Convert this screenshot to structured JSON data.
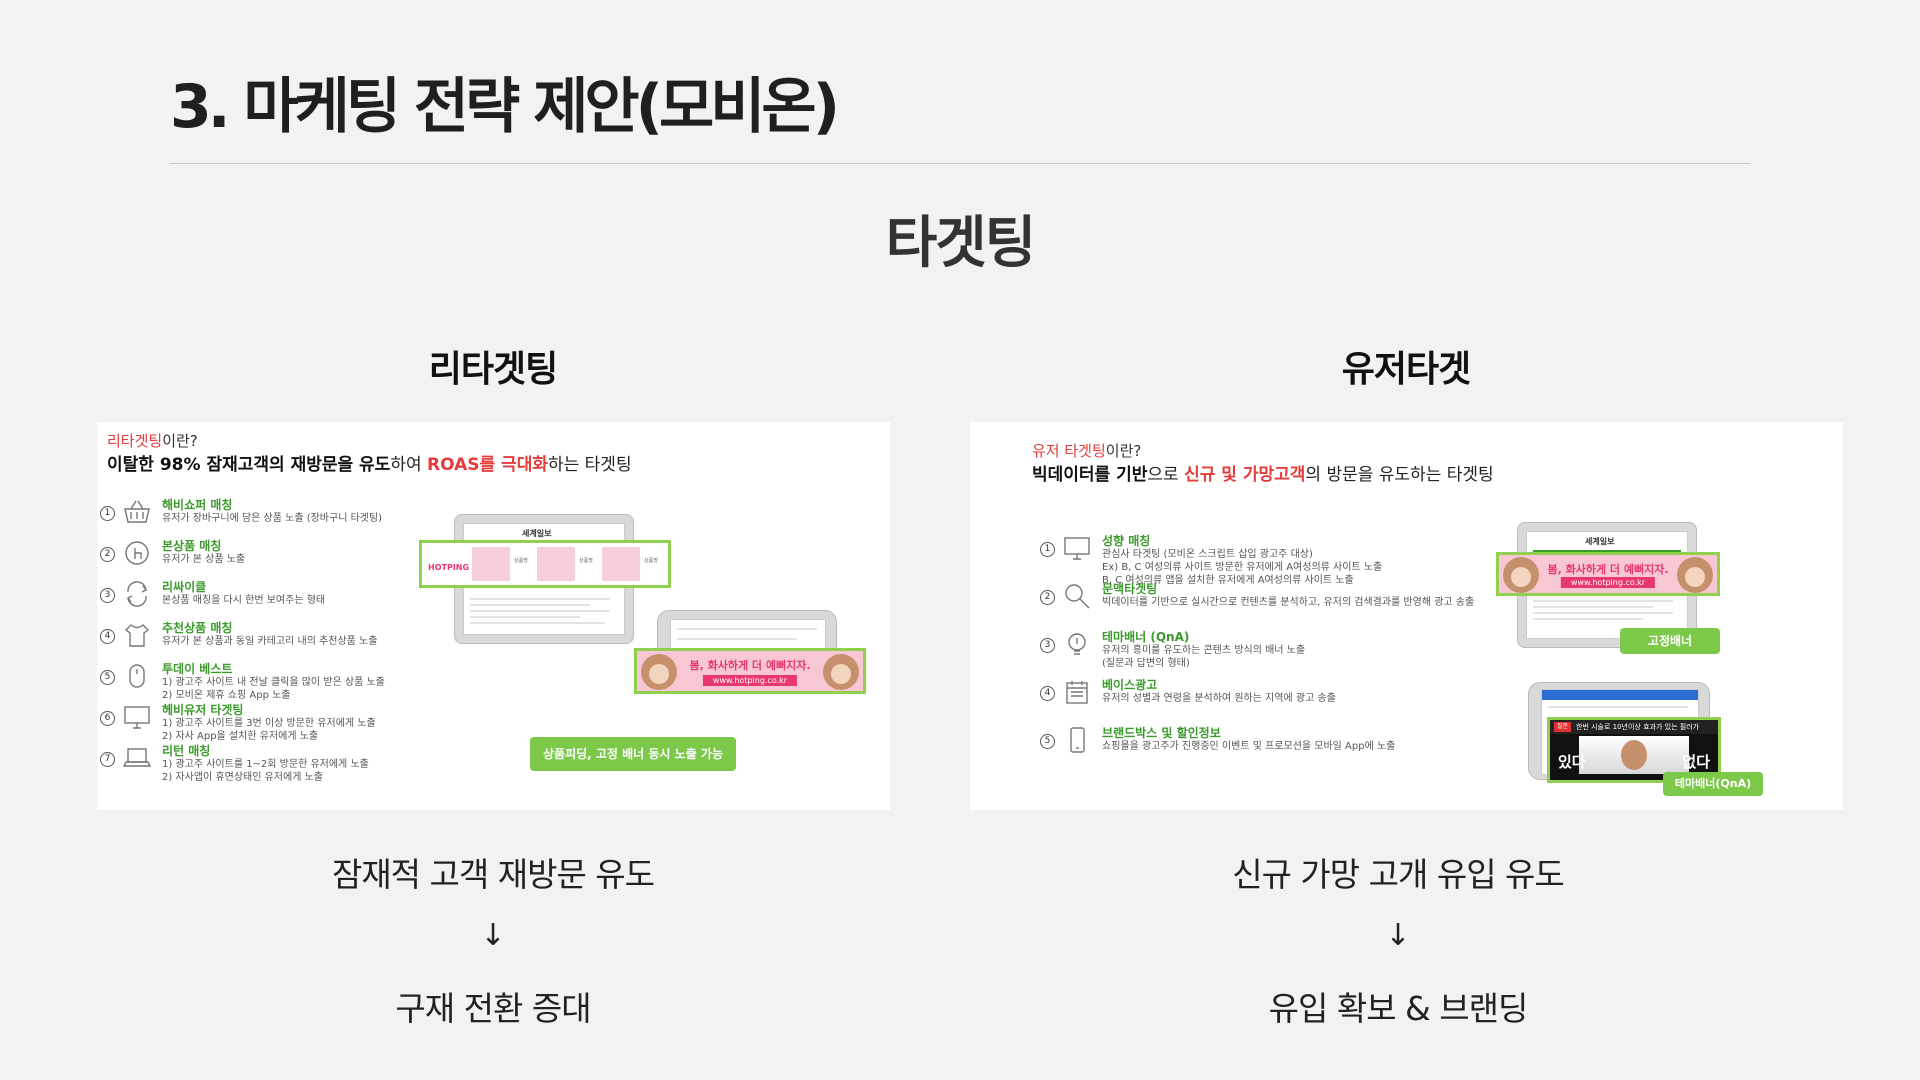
{
  "slide": {
    "title": "3. 마케팅 전략 제안(모비온)",
    "main_heading": "타겟팅"
  },
  "left": {
    "heading": "리타겟팅",
    "intro_q_red": "리타겟팅",
    "intro_q_rest": "이란?",
    "intro_a": "이탈한 98% 잠재고객의 재방문을 유도",
    "intro_b": "하여 ",
    "intro_c": "ROAS를 극대화",
    "intro_d": "하는 타겟팅",
    "items": [
      {
        "num": "1",
        "title": "해비쇼퍼 매칭",
        "desc": "유저가 장바구니에 담은 상품 노출 (장바구니 타겟팅)",
        "icon": "basket-icon"
      },
      {
        "num": "2",
        "title": "본상품 매칭",
        "desc": "유저가 본 상품 노출",
        "icon": "touch-icon"
      },
      {
        "num": "3",
        "title": "리싸이클",
        "desc": "본상품 매칭을 다시 한번 보여주는 형태",
        "icon": "recycle-icon"
      },
      {
        "num": "4",
        "title": "추천상품 매칭",
        "desc": "유저가 본 상품과 동일 카테고리 내의 추천상품 노출",
        "icon": "shirt-icon"
      },
      {
        "num": "5",
        "title": "투데이 베스트",
        "desc": "1) 광고주 사이트 내 전날 클릭을 많이 받은 상품 노출\n2) 모비온 제휴 쇼핑 App 노출",
        "icon": "mouse-icon"
      },
      {
        "num": "6",
        "title": "헤비유저 타겟팅",
        "desc": "1) 광고주 사이트를 3번 이상 방문한 유저에게 노출\n2) 자사 App을 설치한 유저에게 노출",
        "icon": "monitor-icon"
      },
      {
        "num": "7",
        "title": "리턴 매칭",
        "desc": "1) 광고주 사이트를 1~2회 방문한 유저에게 노출\n2) 자사앱이 휴면상태인 유저에게 노출",
        "icon": "laptop-icon"
      }
    ],
    "mock_logo": "세계일보",
    "brand": "HOTPING",
    "banner_text": "봄, 화사하게 더 예뻐지자.",
    "banner_url": "www.hotping.co.kr",
    "pill": "상품피딩, 고정 배너 동시 노출 가능",
    "caption": "잠재적 고객 재방문 유도",
    "arrow": "↓",
    "result": "구재 전환 증대"
  },
  "right": {
    "heading": "유저타겟",
    "intro_q_red": "유저 타겟팅",
    "intro_q_rest": "이란?",
    "intro_a": "빅데이터를 기반",
    "intro_b": "으로 ",
    "intro_c": "신규 및 가망고객",
    "intro_d": "의 방문을 유도하는 타겟팅",
    "items": [
      {
        "num": "1",
        "title": "성향 매칭",
        "desc": "관심사 타겟팅 (모비온 스크립트 삽입 광고주 대상)\nEx) B, C 여성의류 사이트 방문한 유저에게 A여성의류 사이트 노출\n      B, C 여성의류 앱을 설치한 유저에게 A여성의류 사이트 노출",
        "icon": "monitor-icon"
      },
      {
        "num": "2",
        "title": "문맥타겟팅",
        "desc": "빅데이터를 기반으로 실시간으로 컨텐츠를 분석하고, 유저의 검색결과를 반영해 광고 송출",
        "icon": "search-icon"
      },
      {
        "num": "3",
        "title": "테마배너 (QnA)",
        "desc": "유저의 흥미를 유도하는 콘텐츠 방식의 배너 노출\n(질문과 답변의 형태)",
        "icon": "bulb-icon"
      },
      {
        "num": "4",
        "title": "베이스광고",
        "desc": "유저의 성별과 연령을 분석하여 원하는 지역에 광고 송출",
        "icon": "calendar-icon"
      },
      {
        "num": "5",
        "title": "브랜드박스 및 할인정보",
        "desc": "쇼핑몰을 광고주가 진행중인 이벤트 및 프로모션을 모바일 App에 노출",
        "icon": "phone-icon"
      }
    ],
    "mock_logo": "세계일보",
    "banner_text": "봄, 화사하게 더 예뻐지자.",
    "banner_url": "www.hotping.co.kr",
    "pill_fixed": "고정배너",
    "qna_tag": "질문",
    "qna_question": "한번 시술로 10년이상 효과가 있는 필러가",
    "qna_left": "있다",
    "qna_right": "없다",
    "pill_theme": "테마배너(QnA)",
    "caption": "신규 가망 고개 유입 유도",
    "arrow": "↓",
    "result": "유입 확보 & 브랜딩"
  },
  "colors": {
    "accent_red": "#e63b3b",
    "accent_green": "#7cc94a",
    "title_green": "#3b9a2b",
    "background": "#f2f2f2"
  }
}
